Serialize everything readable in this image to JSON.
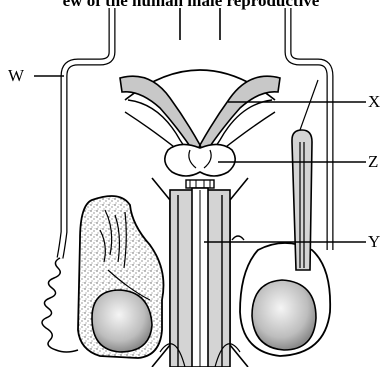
{
  "title": "ew of the human male reproductive",
  "labels": {
    "W": "W",
    "X": "X",
    "Z": "Z",
    "Y": "Y"
  },
  "colors": {
    "outline": "#000000",
    "tube_fill": "#c8c8c8",
    "tissue_fill": "#d4d4d4",
    "stipple_fill": "#e6e6e6",
    "gland_fill": "#ffffff"
  }
}
